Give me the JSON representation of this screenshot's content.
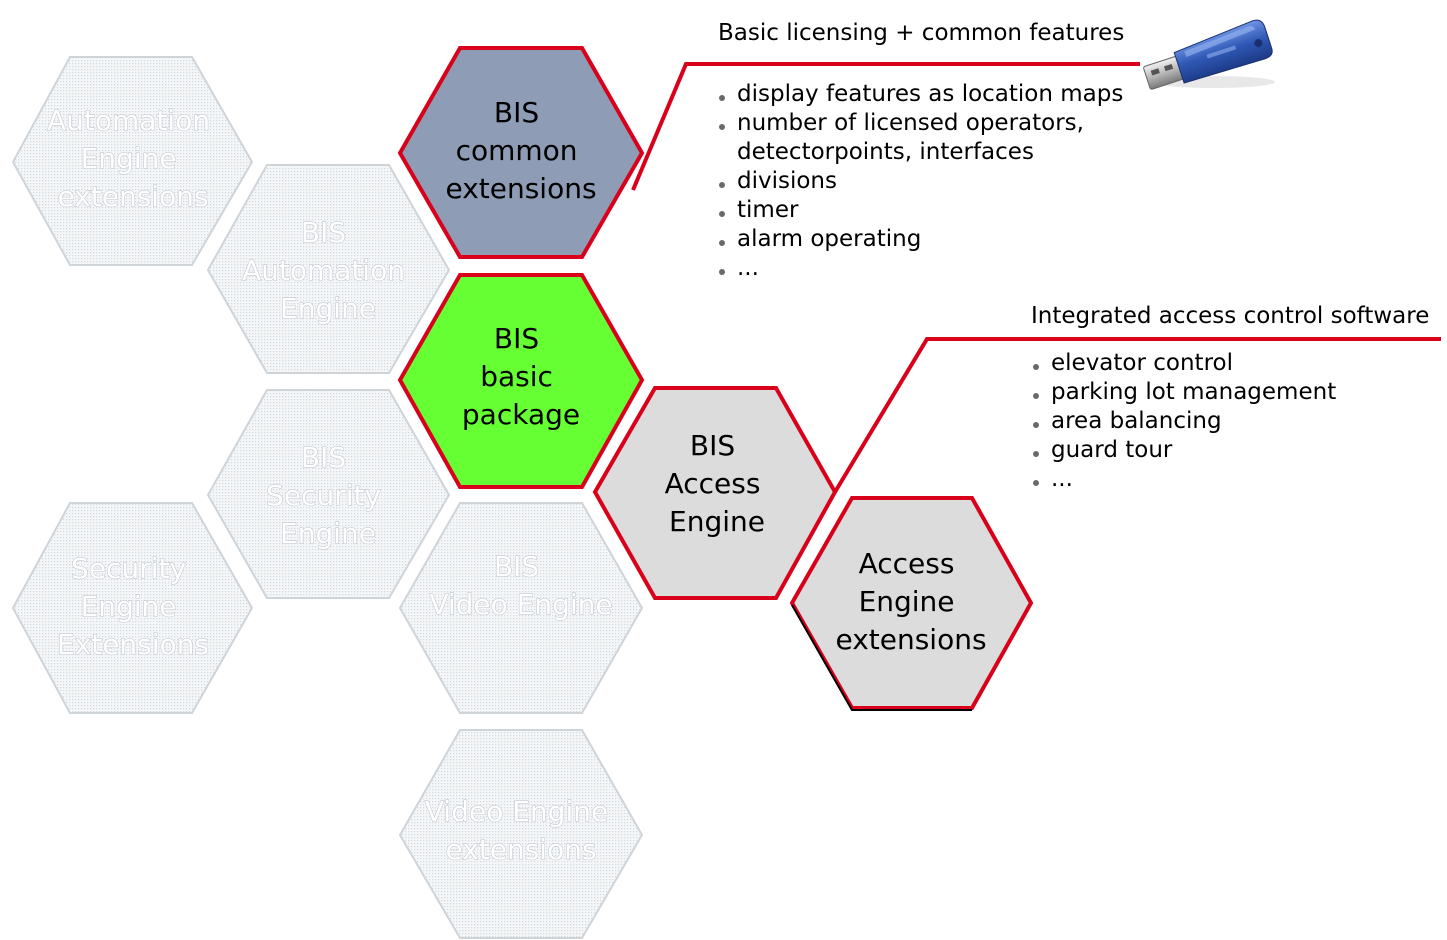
{
  "colors": {
    "active_border": "#d9001b",
    "common_fill": "#8e9db5",
    "basic_fill": "#66ff33",
    "access_fill": "#dcdcdc",
    "dim_fill": "#eceff2",
    "dim_border": "#cfd4d9",
    "usb_key": "#2f58b5"
  },
  "hexagons": {
    "automation_ext": {
      "lines": [
        "Automation",
        "Engine",
        "extensions"
      ],
      "state": "inactive"
    },
    "automation_engine": {
      "lines": [
        "BIS",
        "Automation",
        "Engine"
      ],
      "state": "inactive"
    },
    "security_engine": {
      "lines": [
        "BIS",
        "Security",
        "Engine"
      ],
      "state": "inactive"
    },
    "security_ext": {
      "lines": [
        "Security",
        "Engine",
        "Extensions"
      ],
      "state": "inactive"
    },
    "video_engine": {
      "lines": [
        "BIS",
        "Video Engine"
      ],
      "state": "inactive"
    },
    "video_ext": {
      "lines": [
        "Video Engine",
        "extensions"
      ],
      "state": "inactive"
    },
    "common_ext": {
      "lines": [
        "BIS",
        "common",
        "extensions"
      ],
      "state": "active"
    },
    "basic_package": {
      "lines": [
        "BIS",
        "basic",
        "package"
      ],
      "state": "active"
    },
    "access_engine": {
      "lines": [
        "BIS",
        "Access",
        "Engine"
      ],
      "state": "active"
    },
    "access_ext": {
      "lines": [
        "Access",
        "Engine",
        "extensions"
      ],
      "state": "active"
    }
  },
  "callouts": {
    "licensing": {
      "title": "Basic licensing + common features",
      "items": [
        "display features as location maps",
        "number of licensed operators,",
        "detectorpoints, interfaces",
        "divisions",
        "timer",
        "alarm operating",
        "..."
      ]
    },
    "access": {
      "title": "Integrated access control software",
      "items": [
        "elevator control",
        "parking lot management",
        "area balancing",
        "guard tour",
        "..."
      ]
    }
  },
  "icons": {
    "dongle": "usb-dongle-icon"
  }
}
